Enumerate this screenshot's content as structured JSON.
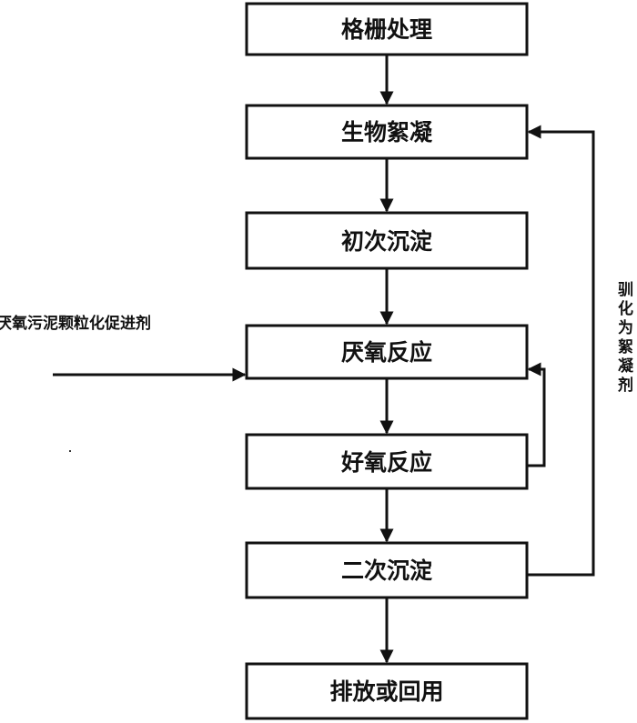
{
  "flowchart": {
    "steps": [
      {
        "id": "grating",
        "label": "格栅处理"
      },
      {
        "id": "bio-flocculation",
        "label": "生物絮凝"
      },
      {
        "id": "primary-settling",
        "label": "初次沉淀"
      },
      {
        "id": "anaerobic",
        "label": "厌氧反应"
      },
      {
        "id": "aerobic",
        "label": "好氧反应"
      },
      {
        "id": "secondary-settling",
        "label": "二次沉淀"
      },
      {
        "id": "discharge",
        "label": "排放或回用"
      }
    ],
    "left_input_label": "厌氧污泥颗粒化促进剂",
    "right_return_label": "驯化为絮凝剂"
  }
}
